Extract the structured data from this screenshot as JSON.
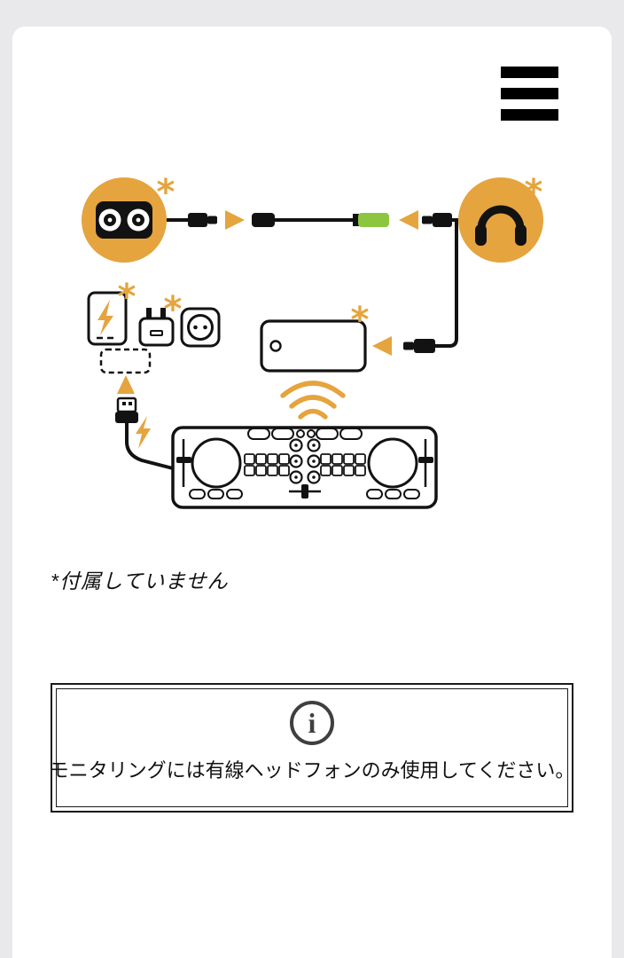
{
  "window": {
    "background_color": "#e9e9eb",
    "card_background_color": "#ffffff"
  },
  "header": {
    "menu_icon": "hamburger-menu"
  },
  "colors": {
    "accent_gold": "#E5A43E",
    "connector_green": "#8CC63E",
    "line_black": "#121212",
    "info_gray": "#3f3f3f"
  },
  "diagram": {
    "not_included_markers": {
      "speaker": "*",
      "headphones": "*",
      "power_bank": "*",
      "wall_charger": "*",
      "smartphone": "*"
    },
    "icons": [
      "speaker-icon",
      "headphones-icon",
      "audio-splitter-cable",
      "jack-plug-icon",
      "power-bank-icon",
      "wall-charger-icon",
      "wall-outlet-icon",
      "usb-plug-icon",
      "smartphone-icon",
      "wireless-signal-icon",
      "dj-controller-icon",
      "lightning-bolt-icon",
      "arrow-icon"
    ]
  },
  "notes": {
    "not_included": "*付属していません"
  },
  "info_box": {
    "icon_glyph": "i",
    "message": "モニタリングには有線ヘッドフォンのみ使用してください。"
  }
}
